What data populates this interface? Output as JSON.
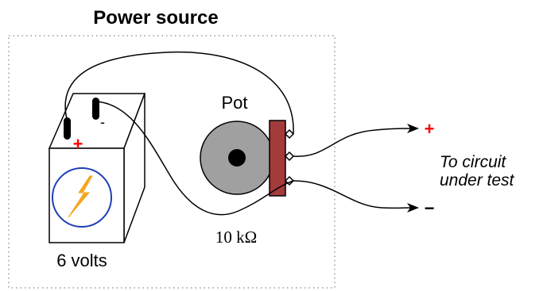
{
  "title": "Power source",
  "battery": {
    "label": "6 volts",
    "plus_sign": "+",
    "minus_sign": "-"
  },
  "potentiometer": {
    "label": "Pot",
    "value": "10 kΩ"
  },
  "output": {
    "plus_sign": "+",
    "minus_sign": "−",
    "caption_line1": "To circuit",
    "caption_line2": "under test"
  },
  "colors": {
    "frame": "#999999",
    "pot_body": "#a0a0a0",
    "pot_bracket": "#a33b3b",
    "bolt": "#f5a623",
    "bolt_ring": "#1f3fb5",
    "plus": "#ff0000",
    "wire": "#000000"
  }
}
